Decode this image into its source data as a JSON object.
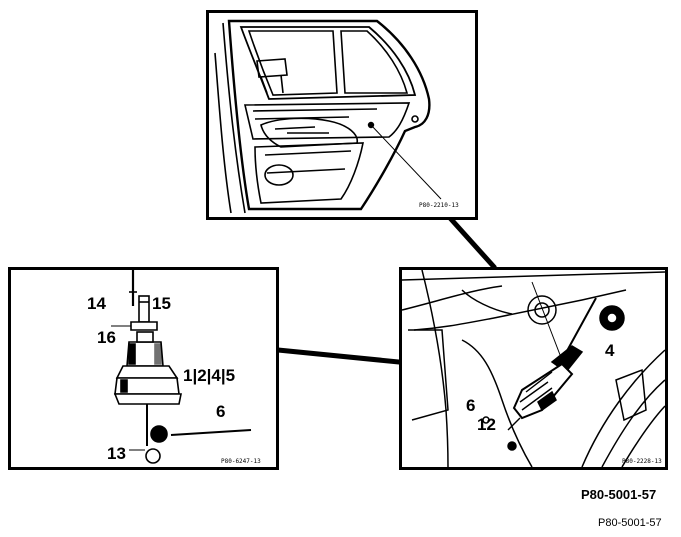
{
  "figure": {
    "reference_main": "P80-5001-57",
    "reference_footer": "P80-5001-57"
  },
  "top_panel": {
    "ref_code": "P80-2210-13"
  },
  "left_panel": {
    "ref_code": "P80-6247-13",
    "callouts": {
      "c14": "14",
      "c15": "15",
      "c16": "16",
      "c1245": "1|2|4|5",
      "c6": "6",
      "c13": "13"
    }
  },
  "right_panel": {
    "ref_code": "P80-2228-13",
    "callouts": {
      "c4": "4",
      "c6": "6",
      "c12": "12"
    }
  }
}
